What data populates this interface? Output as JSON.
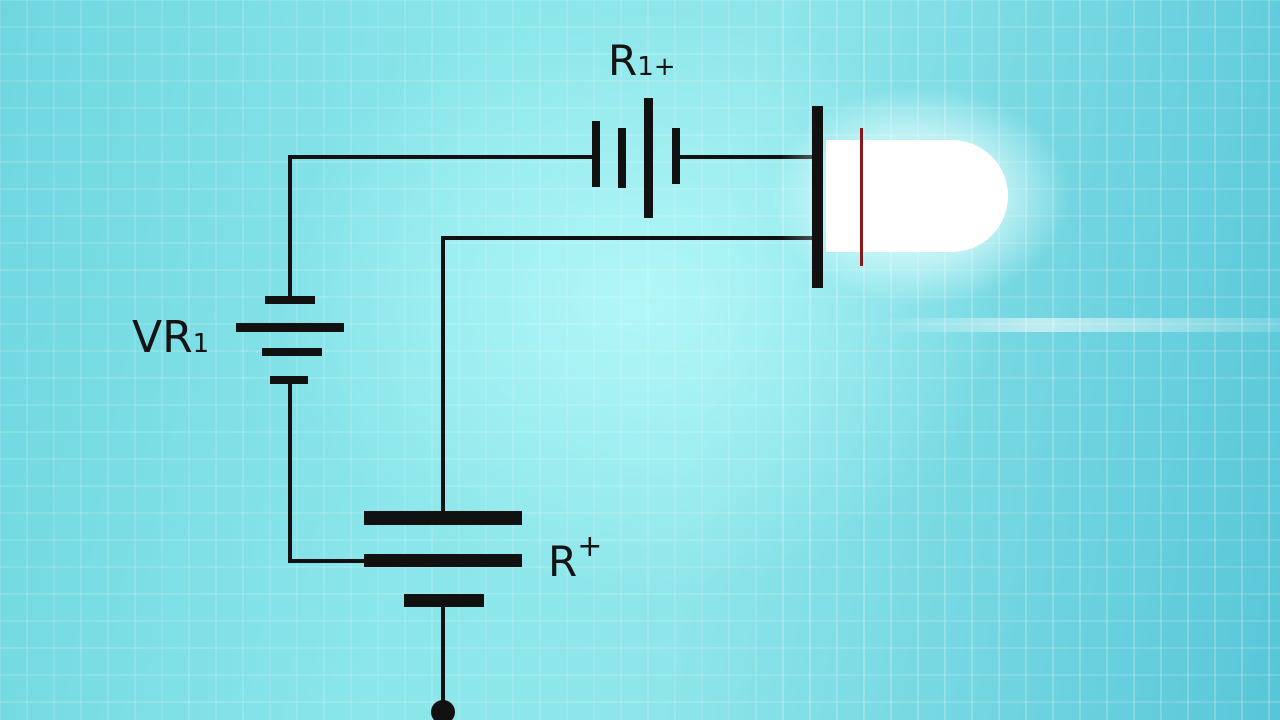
{
  "labels": {
    "vr1": {
      "main": "VR",
      "sub": "1"
    },
    "r1plus": {
      "main": "R",
      "sub": "1+"
    },
    "rplus": {
      "main": "R",
      "sup": "+"
    }
  },
  "colors": {
    "wire": "#111111",
    "background_left": "#6fd6e0",
    "background_center": "#9aeef0",
    "background_right": "#58c6d8",
    "grid_line": "#ffffff",
    "led_body": "#ffffff",
    "led_glow": "#e8ffff",
    "led_mark": "#8a1a1a"
  },
  "icons": {
    "vr1_symbol": "battery-symbol",
    "r1plus_symbol": "battery-symbol",
    "rplus_symbol": "battery-symbol",
    "led": "led-bulb-icon",
    "terminal": "terminal-dot-icon"
  }
}
